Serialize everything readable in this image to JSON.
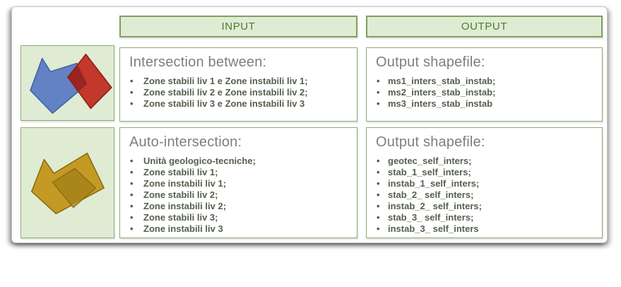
{
  "table": {
    "headers": {
      "input": "INPUT",
      "output": "OUTPUT"
    },
    "rows": [
      {
        "icon": "blue-red-intersection-icon",
        "input": {
          "title": "Intersection between:",
          "items": [
            "Zone stabili liv 1 e Zone instabili liv 1;",
            "Zone stabili liv 2 e Zone instabili liv 2;",
            "Zone stabili liv 3 e Zone instabili liv 3"
          ]
        },
        "output": {
          "title": "Output shapefile:",
          "items": [
            "ms1_inters_stab_instab;",
            "ms2_inters_stab_instab;",
            "ms3_inters_stab_instab"
          ]
        }
      },
      {
        "icon": "gold-auto-intersection-icon",
        "input": {
          "title": "Auto-intersection:",
          "items": [
            "Unità geologico-tecniche;",
            "Zone stabili liv 1;",
            "Zone instabili liv 1;",
            "Zone stabili liv 2;",
            "Zone instabili liv 2;",
            "Zone stabili liv 3;",
            "Zone instabili liv 3"
          ]
        },
        "output": {
          "title": "Output shapefile:",
          "items": [
            "geotec_self_inters;",
            "stab_1_self_inters;",
            "instab_1_self_inters;",
            "stab_2_ self_inters;",
            "instab_2_ self_inters;",
            "stab_3_ self_inters;",
            "instab_3_ self_inters"
          ]
        }
      }
    ]
  },
  "colors": {
    "cell_fill_green": "#dfecd3",
    "cell_border_green": "#8fac72",
    "header_text_green": "#4e7a35",
    "title_gray": "#7d807a",
    "list_text": "#555f4e",
    "shape_blue": "#6282c4",
    "shape_red": "#c2392b",
    "shape_red_overlap": "#9a2420",
    "shape_gold": "#c49a25",
    "shape_gold_light": "#c3a340",
    "shape_gold_overlap": "#aa851a"
  }
}
